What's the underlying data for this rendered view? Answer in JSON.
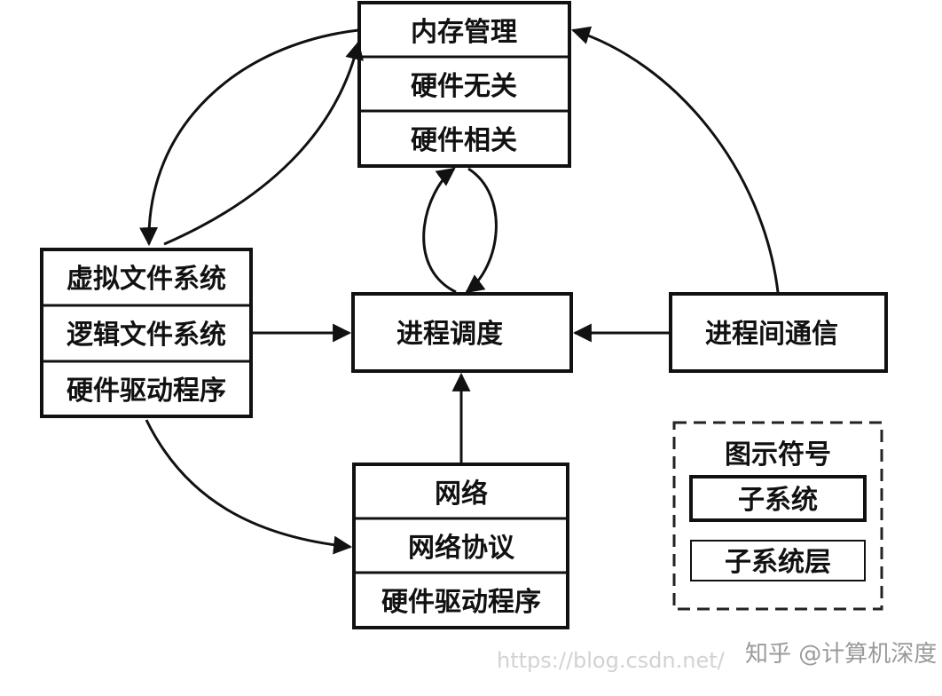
{
  "nodes": {
    "memory": {
      "title": "内存管理",
      "layers": [
        "硬件无关",
        "硬件相关"
      ]
    },
    "vfs": {
      "layers": [
        "虚拟文件系统",
        "逻辑文件系统",
        "硬件驱动程序"
      ]
    },
    "scheduler": {
      "title": "进程调度"
    },
    "ipc": {
      "title": "进程间通信"
    },
    "network": {
      "title": "网络",
      "layers": [
        "网络协议",
        "硬件驱动程序"
      ]
    }
  },
  "legend": {
    "title": "图示符号",
    "subsystem": "子系统",
    "subsystem_layer": "子系统层"
  },
  "watermark": {
    "zhihu": "知乎 @计算机深度",
    "csdn": "https://blog.csdn.net/"
  },
  "colors": {
    "stroke": "#111111",
    "background": "#ffffff"
  }
}
